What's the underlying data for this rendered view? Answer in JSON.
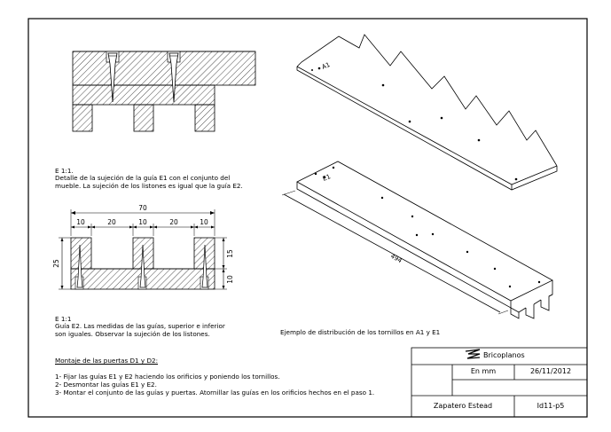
{
  "detail_e_top": {
    "scale": "E 1:1.",
    "description": "Detalle de la sujeción de la guía E1 con el conjunto del mueble. La sujeción de los listones es igual que la guía E2."
  },
  "detail_e_bottom": {
    "scale": "E 1:1",
    "description": "Guía E2. Las medidas de las guías, superior e inferior son iguales. Observar la sujeción de los listones."
  },
  "dimensions": {
    "total": "70",
    "d1": "10",
    "d2": "20",
    "d3": "10",
    "d4": "20",
    "d5": "10",
    "height": "25",
    "right_upper": "15",
    "right_lower": "10",
    "long_length": "494"
  },
  "iso_labels": {
    "a1": "A1",
    "e1": "E1"
  },
  "iso_caption": "Ejemplo de distribución de los tornillos en A1 y E1",
  "assembly": {
    "heading": "Montaje de las puertas D1 y D2:",
    "steps": [
      "1- Fijar las guías E1 y E2 haciendo los orificios y poniendo los tornillos.",
      "2- Desmontar las guías E1 y E2.",
      "3- Montar el conjunto de las guías y puertas. Atornillar las guías en los orificios hechos en el paso 1."
    ]
  },
  "title_block": {
    "brand_icon": "bricoplanos-logo-icon",
    "brand": "Bricoplanos",
    "units": "En mm",
    "date": "26/11/2012",
    "author": "Zapatero Estead",
    "code": "Id11-p5"
  }
}
